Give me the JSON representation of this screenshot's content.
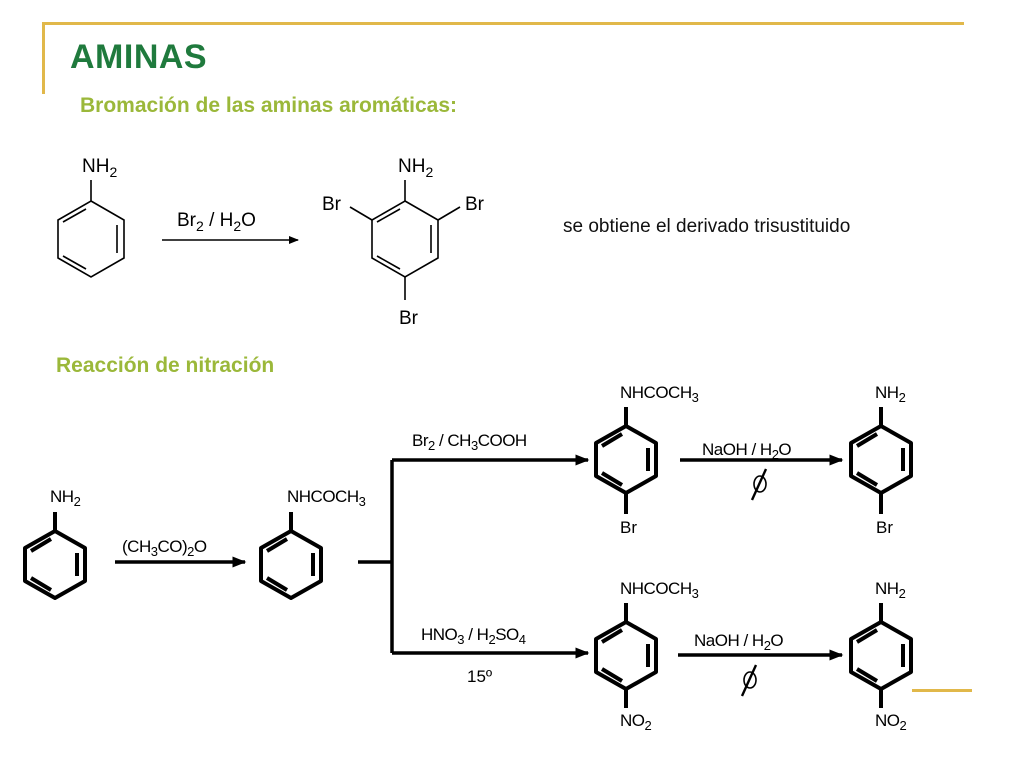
{
  "slide": {
    "title": "AMINAS",
    "subtitle_bromination": "Bromación de las aminas aromáticas:",
    "note": "se obtiene el derivado trisustituido",
    "subtitle_nitration": "Reacción de nitración",
    "accent_color": "#e1b84a",
    "title_color": "#1f7a3d",
    "subtitle_color": "#9bb83a"
  },
  "bromination": {
    "reactant_group": {
      "main": "NH",
      "sub": "2"
    },
    "reagent": {
      "p1": "Br",
      "s1": "2",
      "p2": " / H",
      "s2": "2",
      "p3": "O"
    },
    "product_group": {
      "main": "NH",
      "sub": "2"
    },
    "product_sub_left": "Br",
    "product_sub_right": "Br",
    "product_sub_bottom": "Br"
  },
  "nitration": {
    "aniline_group": {
      "main": "NH",
      "sub": "2"
    },
    "acetylation_reagent": {
      "p1": "(CH",
      "s1": "3",
      "p2": "CO)",
      "s2": "2",
      "p3": "O"
    },
    "acetanilide_group": {
      "main": "NHCOCH",
      "sub": "3"
    },
    "bromination_reagent": {
      "p1": "Br",
      "s1": "2",
      "p2": " / CH",
      "s2": "3",
      "p3": "COOH"
    },
    "bromo_acetanilide_group": {
      "main": "NHCOCH",
      "sub": "3"
    },
    "bromo_acetanilide_para": "Br",
    "hydrolysis_reagent_top": {
      "p1": "NaOH / H",
      "s1": "2",
      "p2": "O"
    },
    "bromoaniline_group": {
      "main": "NH",
      "sub": "2"
    },
    "bromoaniline_para": "Br",
    "nitration_reagent": {
      "p1": "HNO",
      "s1": "3",
      "p2": " / H",
      "s2": "2",
      "p3": "SO",
      "s3": "4"
    },
    "nitration_temperature": "15º",
    "nitro_acetanilide_group": {
      "main": "NHCOCH",
      "sub": "3"
    },
    "nitro_acetanilide_para": {
      "main": "NO",
      "sub": "2"
    },
    "hydrolysis_reagent_bottom": {
      "p1": "NaOH / H",
      "s1": "2",
      "p2": "O"
    },
    "nitroaniline_group": {
      "main": "NH",
      "sub": "2"
    },
    "nitroaniline_para": {
      "main": "NO",
      "sub": "2"
    }
  }
}
